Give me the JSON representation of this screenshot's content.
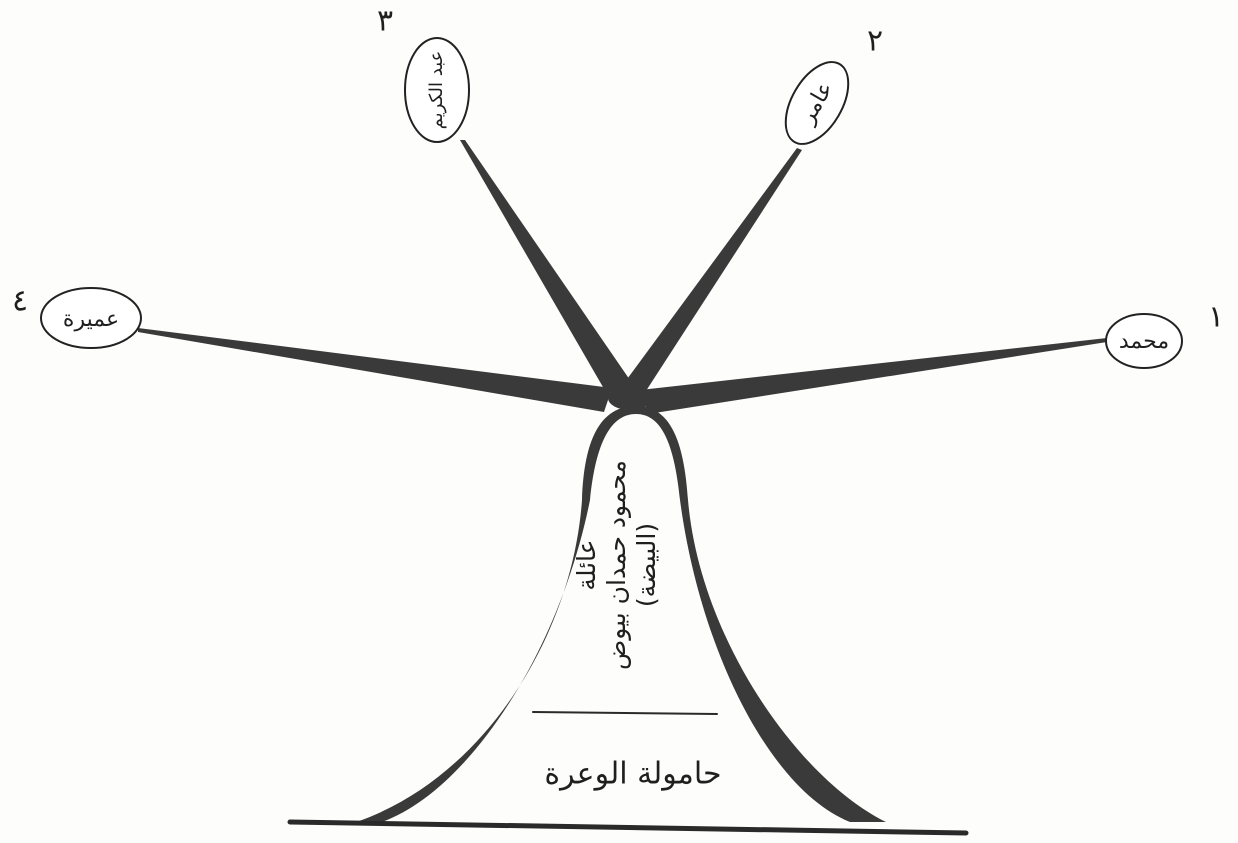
{
  "diagram": {
    "branches": [
      {
        "number": "١",
        "name": "محمد"
      },
      {
        "number": "٢",
        "name": "عامر"
      },
      {
        "number": "٣",
        "name": "عبد الكريم"
      },
      {
        "number": "٤",
        "name": "عميرة"
      }
    ],
    "trunk": {
      "lines": [
        "عائلة",
        "محمود حمدان بيوض",
        "(البيضة)"
      ]
    },
    "base": {
      "label": "حامولة الوعرة"
    }
  }
}
